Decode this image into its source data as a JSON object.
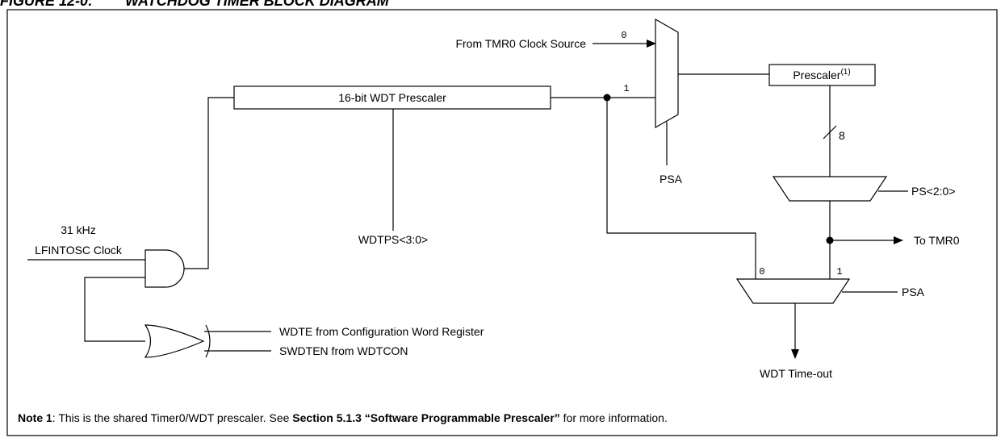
{
  "figure": {
    "title_number": "FIGURE 12-0:",
    "title_text": "WATCHDOG TIMER BLOCK DIAGRAM"
  },
  "blocks": {
    "wdt_prescaler": "16-bit WDT Prescaler",
    "prescaler": "Prescaler",
    "prescaler_note_ref": "(1)"
  },
  "signals": {
    "tmr0_clock_source": "From TMR0 Clock Source",
    "clock_freq": "31 kHz",
    "clock_name": "LFINTOSC Clock",
    "wdtps": "WDTPS<3:0>",
    "psa_top": "PSA",
    "ps": "PS<2:0>",
    "to_tmr0": "To TMR0",
    "psa_bottom": "PSA",
    "wdte": "WDTE from Configuration Word Register",
    "swdten": "SWDTEN from WDTCON",
    "wdt_timeout": "WDT Time-out",
    "bus_width": "8"
  },
  "mux_inputs": {
    "top_in0": "0",
    "top_in1": "1",
    "bottom_in0": "0",
    "bottom_in1": "1"
  },
  "note": {
    "label": "Note 1",
    "text_1": ": This is the shared Timer0/WDT prescaler. See ",
    "section": "Section 5.1.3 “Software Programmable Prescaler”",
    "text_2": " for more information."
  }
}
